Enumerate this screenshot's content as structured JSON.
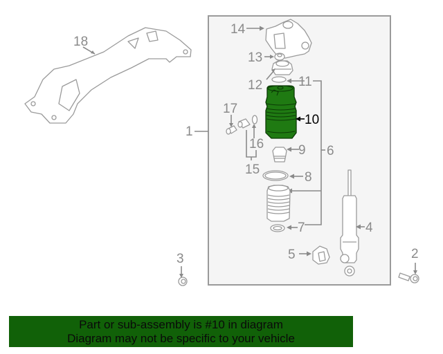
{
  "diagram": {
    "highlighted_part": "10",
    "colors": {
      "highlight_fill": "#1f7a12",
      "banner_bg": "#116108",
      "callout_gray": "#8a8a8a",
      "box_fill": "#f5f5f5",
      "box_border": "#9a9a9a"
    },
    "callouts": {
      "c1": "1",
      "c2": "2",
      "c3": "3",
      "c4": "4",
      "c5": "5",
      "c6": "6",
      "c7": "7",
      "c8": "8",
      "c9": "9",
      "c10": "10",
      "c11": "11",
      "c12": "12",
      "c13": "13",
      "c14": "14",
      "c15": "15",
      "c16": "16",
      "c17": "17",
      "c18": "18"
    }
  },
  "banner": {
    "line1": "Part or sub-assembly is #10 in diagram",
    "line2": "Diagram may not be specific to your vehicle"
  }
}
